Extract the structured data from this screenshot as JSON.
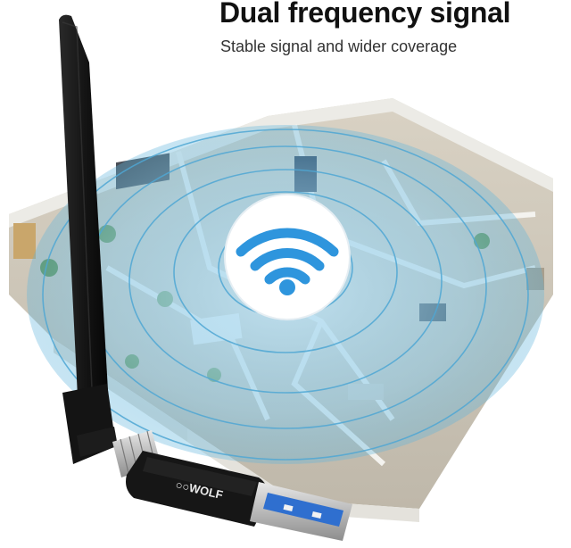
{
  "headline": "Dual frequency signal",
  "subheadline": "Stable signal and wider coverage",
  "product": {
    "brand": "WOLF",
    "icons": [
      "wifi-icon",
      "usb-icon"
    ]
  },
  "colors": {
    "signal_ring": "#5fb4dc",
    "wifi_blue": "#2e95dd",
    "antenna": "#1a1a1a",
    "usb_insert": "#2f6fcf"
  }
}
